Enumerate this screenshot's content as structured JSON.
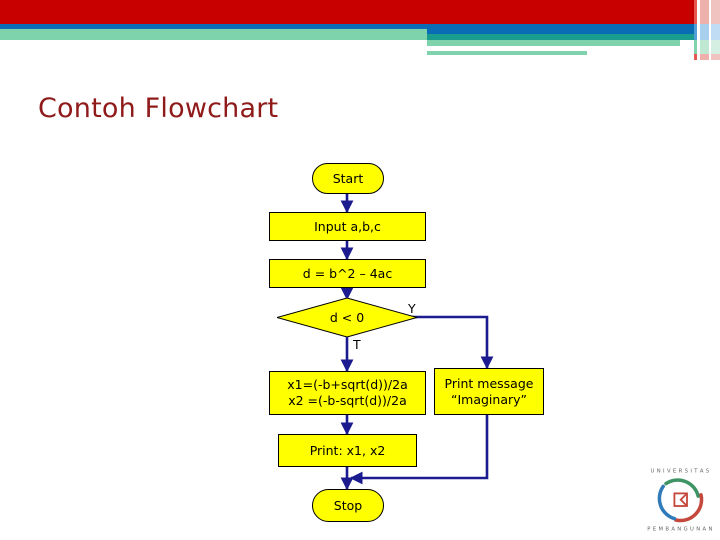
{
  "slide": {
    "title": "Contoh Flowchart",
    "title_color": "#8f1a1a",
    "background": "#ffffff"
  },
  "header": {
    "bands": [
      {
        "name": "red-band",
        "color": "#c80000"
      },
      {
        "name": "blue-band",
        "color": "#0a6cb4"
      },
      {
        "name": "teal-band",
        "color": "#1a9d8e"
      },
      {
        "name": "green-band",
        "color": "#7fd3ac"
      }
    ],
    "accent_stripe_colors": [
      "#e6574f",
      "#eeb0ab",
      "#4f9ed6",
      "#a8cfee",
      "#7fd3ac",
      "#bfe8d3"
    ]
  },
  "logo": {
    "name": "universitas-logo-watermark",
    "outer_text_top": "UNIVERSITAS",
    "outer_text_bottom": "PEMBANGUNAN",
    "colors": {
      "green": "#2e8b57",
      "red": "#c0392b",
      "blue": "#1f6fb5"
    }
  },
  "chart_data": {
    "type": "flowchart",
    "title": "Contoh Flowchart",
    "node_fill": "#ffff00",
    "node_stroke": "#000000",
    "edge_color": "#1b1b8f",
    "nodes": [
      {
        "id": "start",
        "shape": "terminator",
        "label": "Start"
      },
      {
        "id": "input",
        "shape": "process",
        "label": "Input a,b,c"
      },
      {
        "id": "compute_d",
        "shape": "process",
        "label": "d = b^2 – 4ac"
      },
      {
        "id": "decision",
        "shape": "decision",
        "label": "d < 0"
      },
      {
        "id": "roots",
        "shape": "process",
        "label": "x1=(-b+sqrt(d))/2a\nx2 =(-b-sqrt(d))/2a"
      },
      {
        "id": "imaginary",
        "shape": "process",
        "label": "Print message\n“Imaginary”"
      },
      {
        "id": "print",
        "shape": "process",
        "label": "Print: x1, x2"
      },
      {
        "id": "stop",
        "shape": "terminator",
        "label": "Stop"
      }
    ],
    "edges": [
      {
        "from": "start",
        "to": "input",
        "label": ""
      },
      {
        "from": "input",
        "to": "compute_d",
        "label": ""
      },
      {
        "from": "compute_d",
        "to": "decision",
        "label": ""
      },
      {
        "from": "decision",
        "to": "imaginary",
        "label": "Y"
      },
      {
        "from": "decision",
        "to": "roots",
        "label": "T"
      },
      {
        "from": "roots",
        "to": "print",
        "label": ""
      },
      {
        "from": "print",
        "to": "stop",
        "label": ""
      },
      {
        "from": "imaginary",
        "to": "stop",
        "label": ""
      }
    ]
  }
}
